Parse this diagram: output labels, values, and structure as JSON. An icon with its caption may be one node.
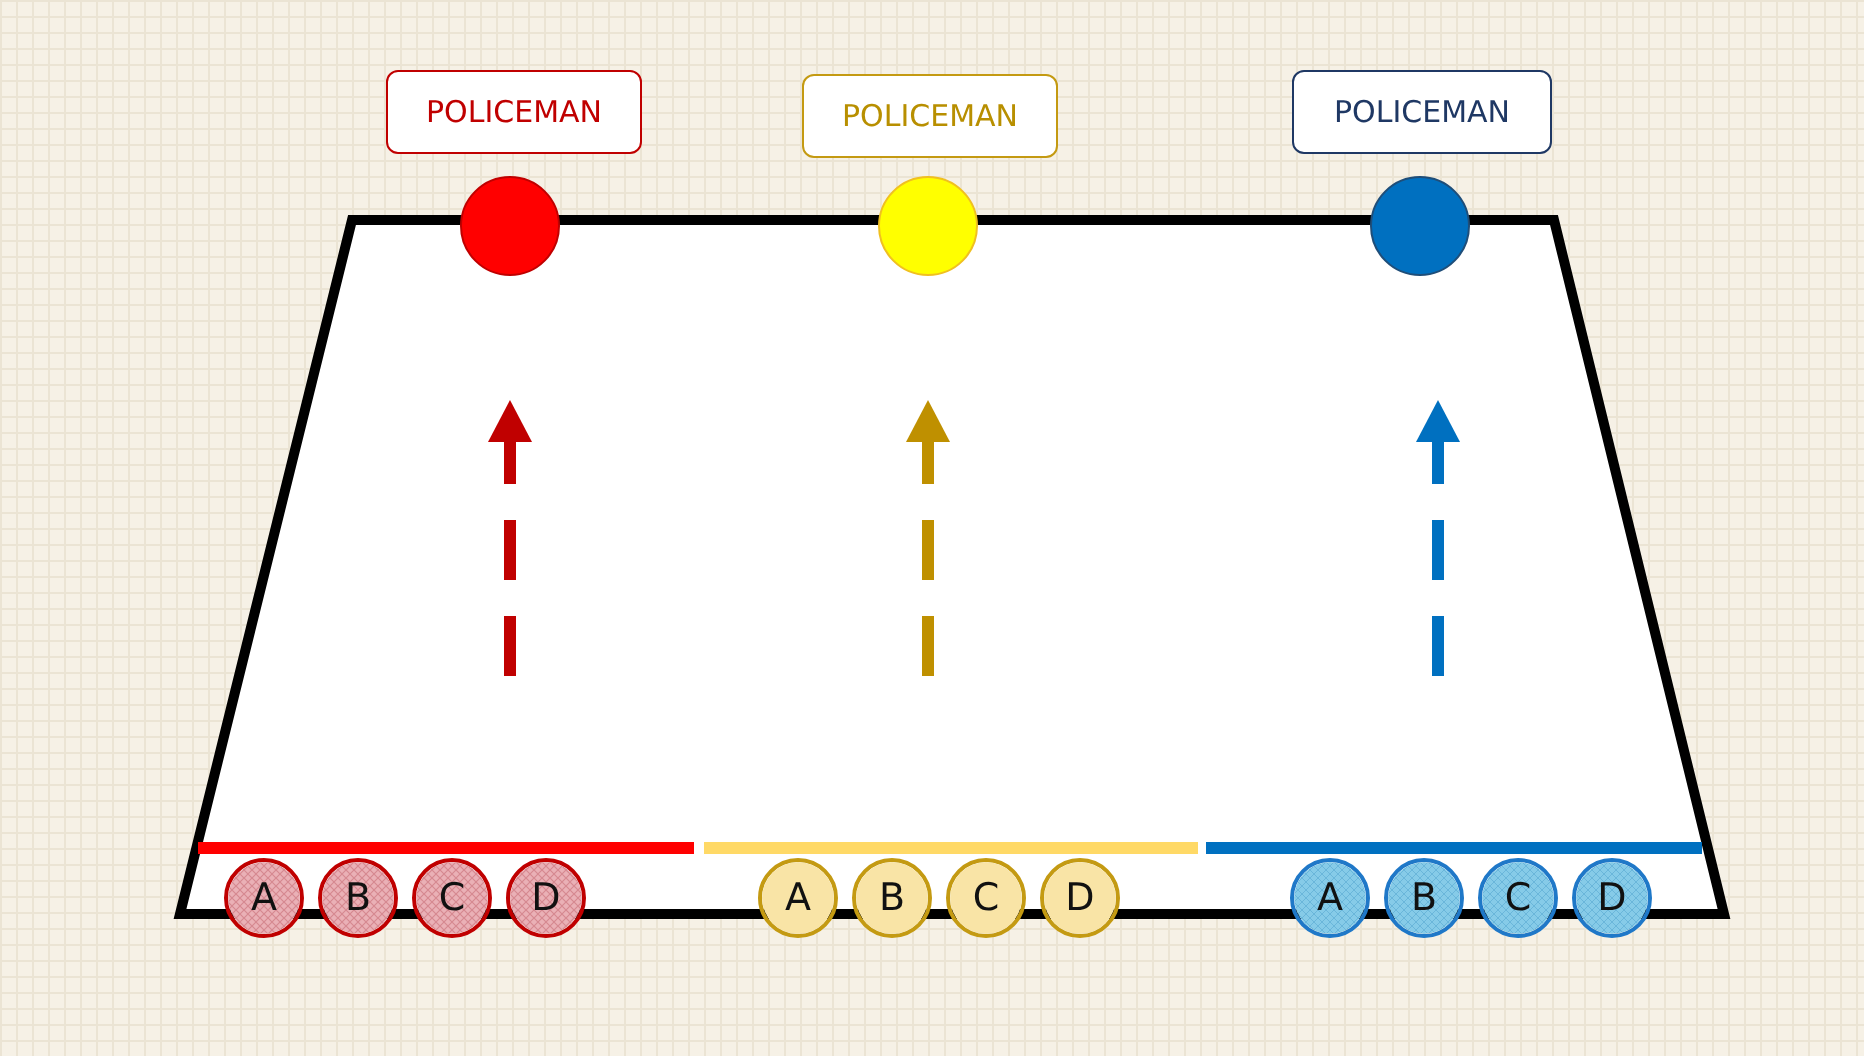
{
  "diagram": {
    "nodes": [
      {
        "text": [
          "POLICEMAN"
        ]
      },
      {
        "text": [
          "POLICEMAN"
        ]
      },
      {
        "text": [
          "POLICEMAN"
        ]
      },
      {
        "text": [],
        "shape": "circle"
      },
      {
        "text": [],
        "shape": "circle"
      },
      {
        "text": [],
        "shape": "circle"
      },
      {
        "text": [
          "A"
        ]
      },
      {
        "text": [
          "B"
        ]
      },
      {
        "text": [
          "C"
        ]
      },
      {
        "text": [
          "D"
        ]
      },
      {
        "text": [
          "A"
        ]
      },
      {
        "text": [
          "B"
        ]
      },
      {
        "text": [
          "C"
        ]
      },
      {
        "text": [
          "D"
        ]
      },
      {
        "text": [
          "A"
        ]
      },
      {
        "text": [
          "B"
        ]
      },
      {
        "text": [
          "C"
        ]
      },
      {
        "text": [
          "D"
        ]
      }
    ]
  }
}
